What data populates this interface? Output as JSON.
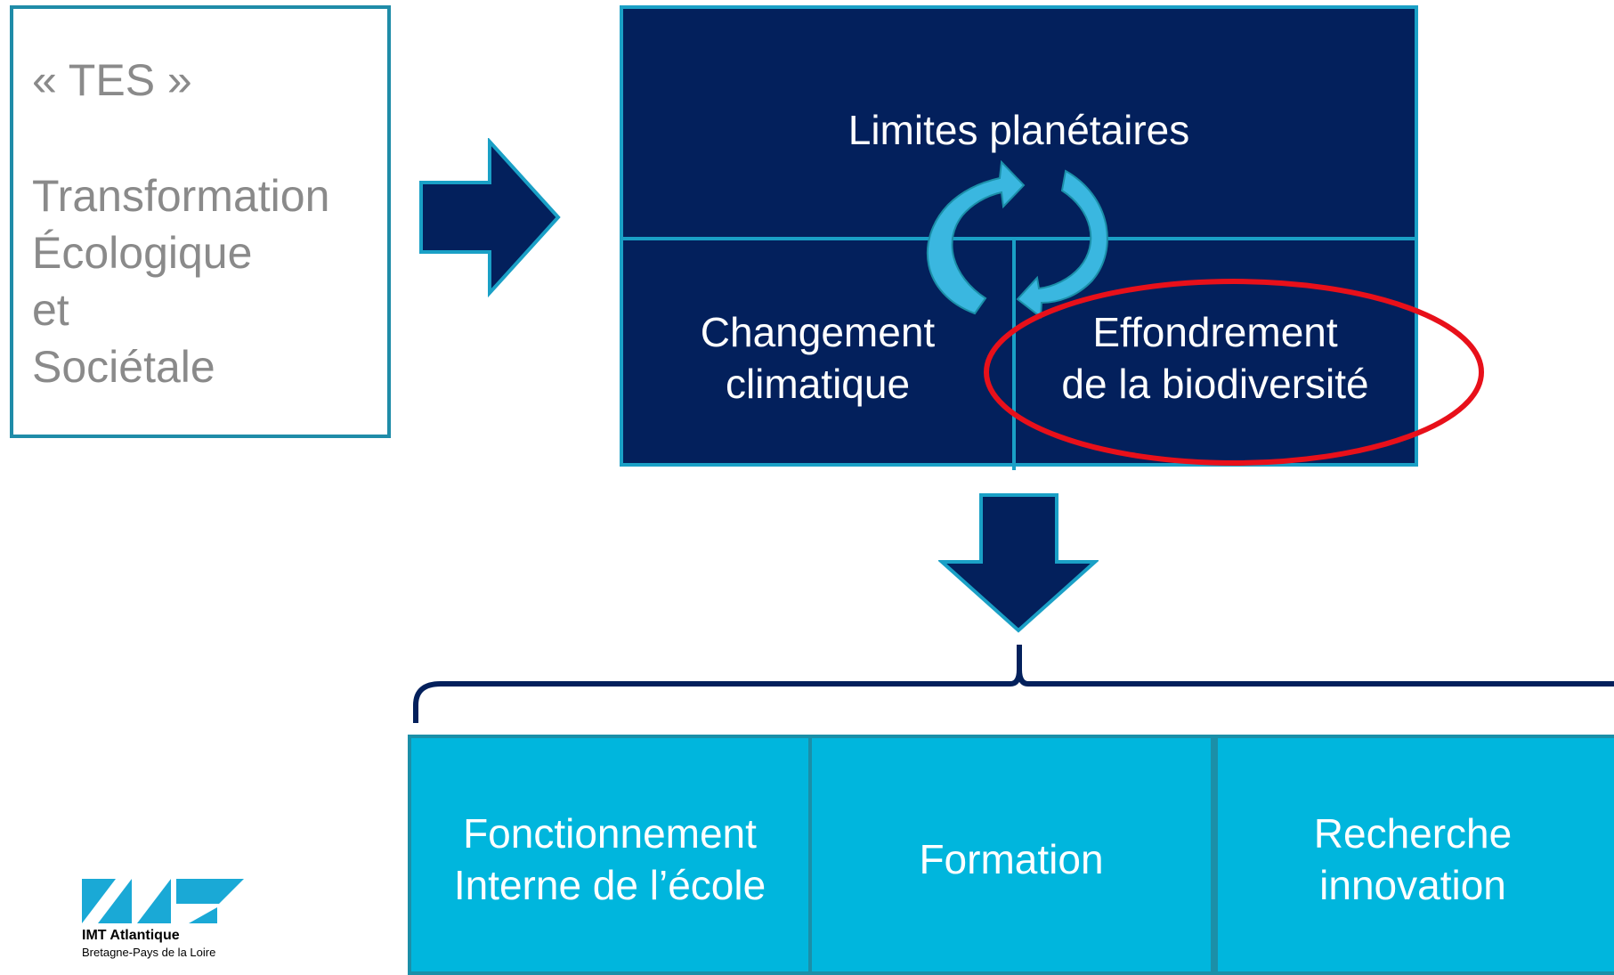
{
  "tes_box": {
    "acronym": "« TES »",
    "lines": [
      "Transformation",
      "Écologique",
      "et",
      "Sociétale"
    ]
  },
  "limits_box": {
    "title": "Limites planétaires",
    "left_cell": [
      "Changement",
      "climatique"
    ],
    "right_cell": [
      "Effondrement",
      "de la biodiversité"
    ]
  },
  "bottom_boxes": [
    {
      "lines": [
        "Fonctionnement",
        "Interne de l’école"
      ]
    },
    {
      "lines": [
        "Formation"
      ]
    },
    {
      "lines": [
        "Recherche",
        "innovation"
      ]
    }
  ],
  "logo": {
    "name": "IMT Atlantique",
    "subtitle": "Bretagne-Pays de la Loire"
  },
  "colors": {
    "navy": "#03205c",
    "cyan": "#00b6dd",
    "outline_teal": "#1aa0c6",
    "highlight_red": "#e8101a",
    "text_gray": "#8a8a8a"
  },
  "icons": [
    "right-arrow-icon",
    "down-arrow-icon",
    "cycle-arrows-icon",
    "brace-icon",
    "imt-logo-icon"
  ]
}
